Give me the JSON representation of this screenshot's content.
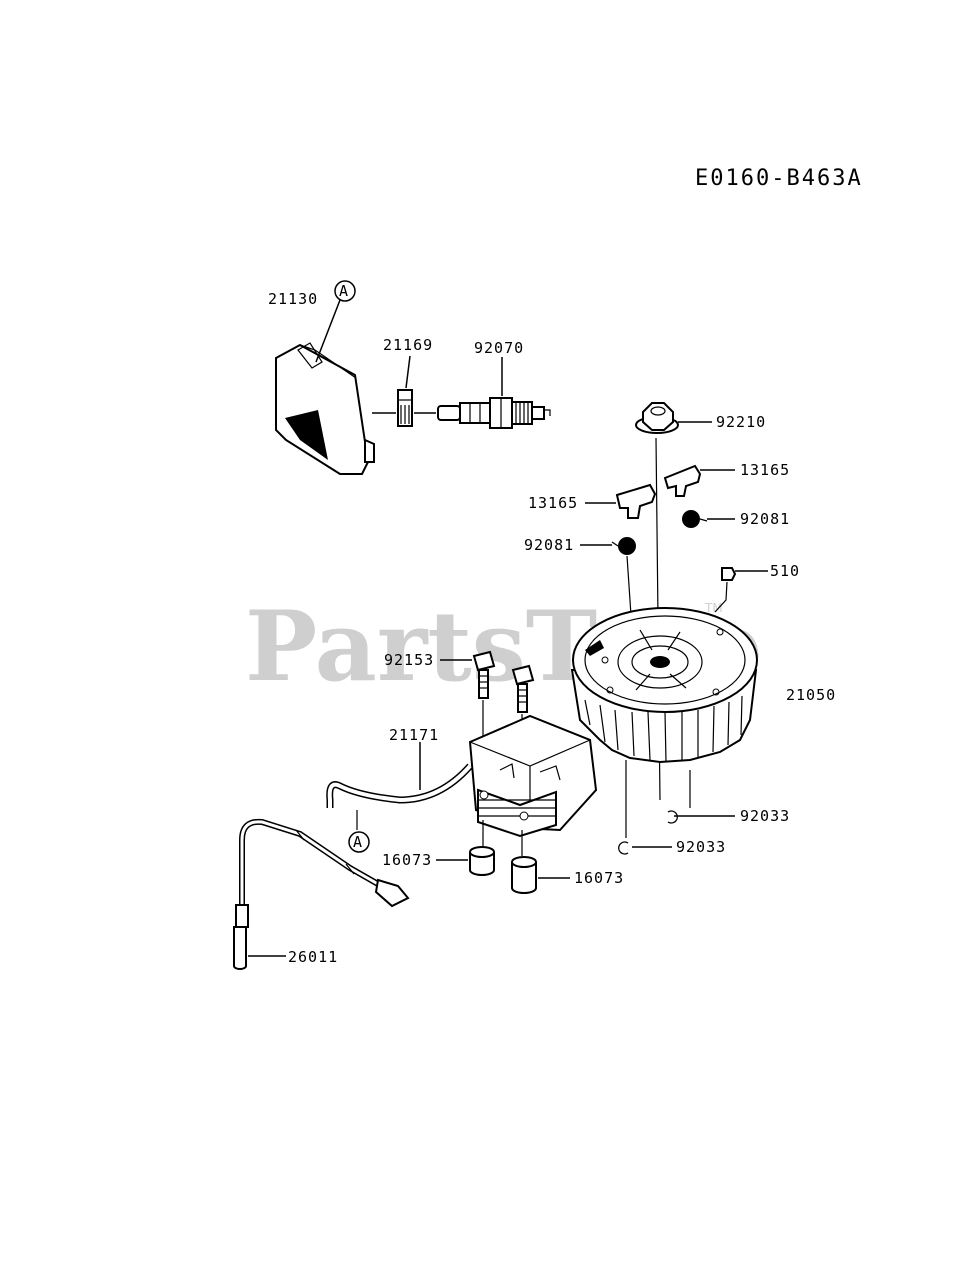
{
  "diagram": {
    "code": "E0160-B463A",
    "watermark": "PartsTree",
    "watermark_tm": "TM",
    "callout_letter": "A",
    "labels": {
      "p21130": "21130",
      "p21169": "21169",
      "p92070": "92070",
      "p92210": "92210",
      "p13165_right": "13165",
      "p13165_left": "13165",
      "p92081_right": "92081",
      "p92081_left": "92081",
      "p510": "510",
      "p92153": "92153",
      "p21050": "21050",
      "p21171": "21171",
      "p92033_right": "92033",
      "p92033_left": "92033",
      "p16073_left": "16073",
      "p16073_right": "16073",
      "p26011": "26011"
    }
  }
}
